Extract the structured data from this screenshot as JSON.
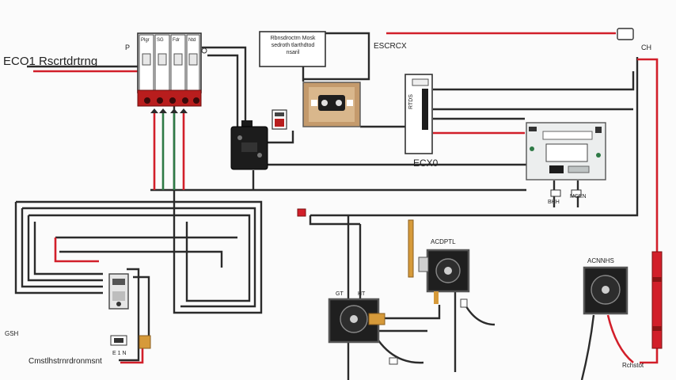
{
  "labels": {
    "top_left_title": "ECO1 Rscrtdrtrng",
    "top_left_small": "P",
    "power_box_text": "Rbnsdroctrn Mosk sedroth tlarthdtod nsaril",
    "esc_label": "ESCRCX",
    "top_right_label": "CH",
    "controller_label": "ECX0",
    "side_bar_text": "RTDS",
    "small_ind_left": "BHH",
    "small_ind_right": "MCEN",
    "mid_dial_label": "ACDPTL",
    "right_dial_label": "ACNNHS",
    "bottom_dial_labels": [
      "GT",
      "HT"
    ],
    "left_misc": "GSH",
    "bottom_left_caption": "Cmstlhstrnrdronmsnt",
    "bottom_left_small": "E 1 N",
    "bottom_right_caption": "Rchstot",
    "breaker_labels": [
      "Plgr",
      "SG",
      "Fdr",
      "Ntd"
    ]
  },
  "colors": {
    "wire_dark": "#2b2b2b",
    "wire_red": "#d21f2a",
    "wire_green": "#2f7a46",
    "breaker_red": "#b81d1d",
    "board_light": "#eceeee"
  }
}
